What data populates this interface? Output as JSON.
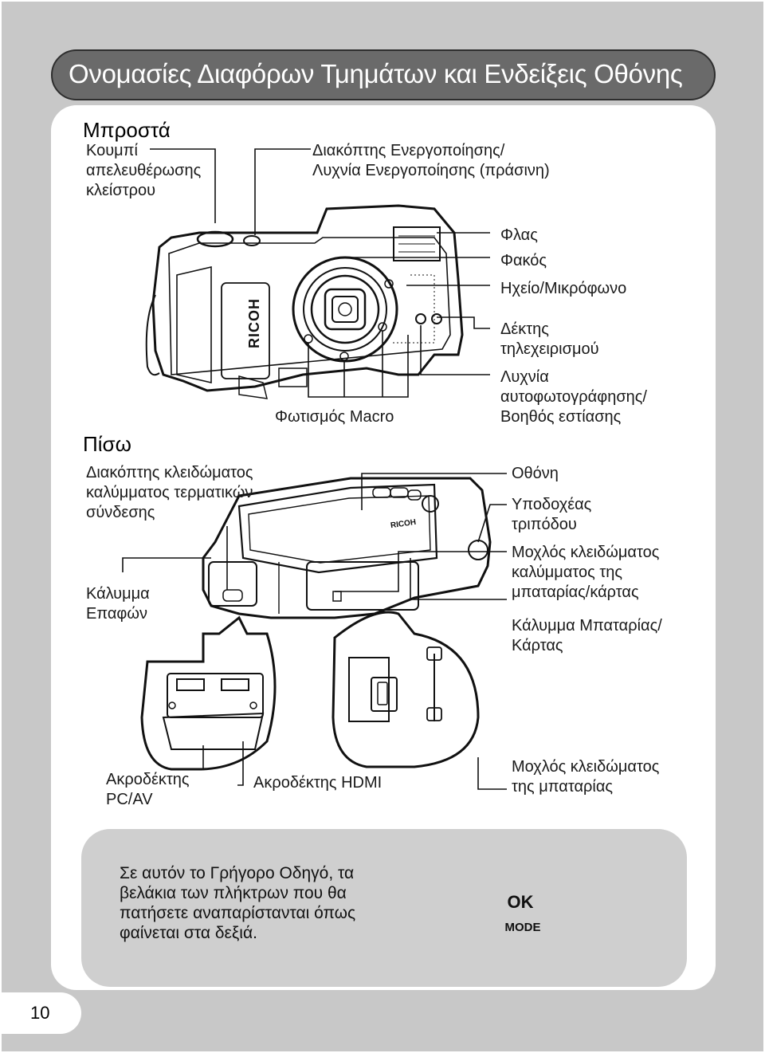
{
  "page": {
    "title": "Ονομασίες Διαφόρων Τμημάτων και Ενδείξεις Οθόνης",
    "page_number": "10"
  },
  "front": {
    "heading": "Μπροστά",
    "shutter_release": [
      "Κουμπί",
      "απελευθέρωσης",
      "κλείστρου"
    ],
    "power_switch": [
      "Διακόπτης Ενεργοποίησης/",
      "Λυχνία Ενεργοποίησης (πράσινη)"
    ],
    "flash": "Φλας",
    "lens": "Φακός",
    "speaker_mic": "Ηχείο/Μικρόφωνο",
    "remote_receiver": [
      "Δέκτης",
      "τηλεχειρισμού"
    ],
    "selftimer_lamp": [
      "Λυχνία",
      "αυτοφωτογράφησης/",
      "Βοηθός εστίασης"
    ],
    "macro_light": "Φωτισμός Macro",
    "brand": "RICOH"
  },
  "back": {
    "heading": "Πίσω",
    "terminal_cover_lock": [
      "Διακόπτης κλειδώματος",
      "καλύμματος τερματικών",
      "σύνδεσης"
    ],
    "terminal_cover": [
      "Κάλυμμα",
      "Επαφών"
    ],
    "monitor": "Οθόνη",
    "tripod_socket": [
      "Υποδοχέας",
      "τριπόδου"
    ],
    "battery_cover_lock": [
      "Μοχλός κλειδώματος",
      "καλύμματος της",
      "μπαταρίας/κάρτας"
    ],
    "battery_cover": [
      "Κάλυμμα Μπαταρίας/",
      "Κάρτας"
    ],
    "pc_av_terminal": [
      "Ακροδέκτης",
      "PC/AV"
    ],
    "hdmi_terminal": "Ακροδέκτης HDMI",
    "battery_lock_lever": [
      "Μοχλός κλειδώματος",
      "της μπαταρίας"
    ],
    "brand": "RICOH"
  },
  "note": {
    "lines": [
      "Σε αυτόν το Γρήγορο Οδηγό, τα",
      "βελάκια των πλήκτρων που θα",
      "πατήσετε αναπαρίστανται όπως",
      "φαίνεται στα δεξιά."
    ],
    "ok_label": "OK",
    "mode_label": "MODE"
  }
}
